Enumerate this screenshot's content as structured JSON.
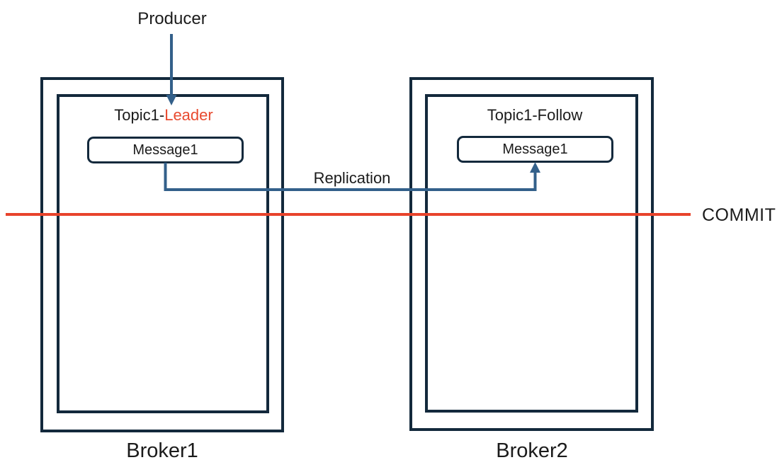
{
  "diagram": {
    "producer": {
      "label": "Producer"
    },
    "replication": {
      "label": "Replication"
    },
    "commit": {
      "label": "COMMIT"
    },
    "brokers": [
      {
        "name": "Broker1",
        "topic_prefix": "Topic1-",
        "topic_role": "Leader",
        "message": "Message1"
      },
      {
        "name": "Broker2",
        "topic_prefix": "Topic1-",
        "topic_role": "Follow",
        "message": "Message1"
      }
    ],
    "colors": {
      "box_border": "#13293C",
      "arrow": "#33608A",
      "commit_line": "#E8432B",
      "leader_highlight": "#E84A2F",
      "text": "#1B1B1B"
    }
  }
}
